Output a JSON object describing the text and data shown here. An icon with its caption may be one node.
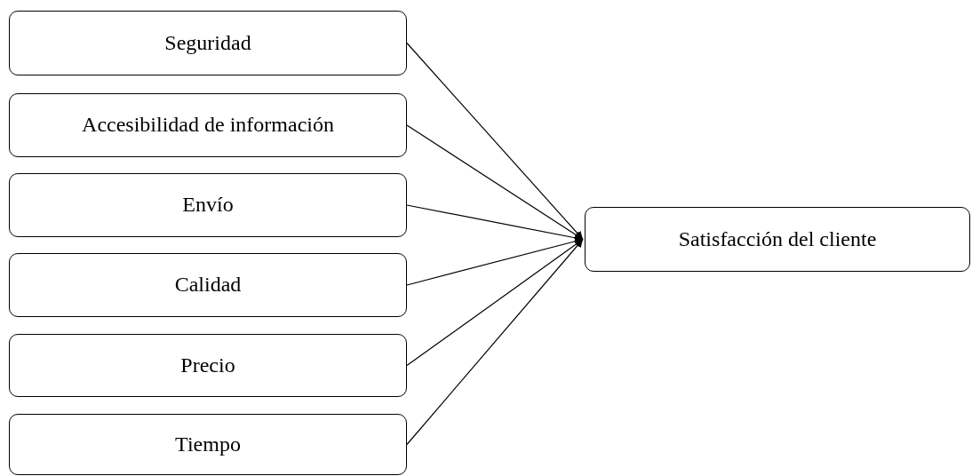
{
  "diagram": {
    "nodes": [
      {
        "text": [
          "Seguridad"
        ]
      },
      {
        "text": [
          "Accesibilidad de información"
        ]
      },
      {
        "text": [
          "Envío"
        ]
      },
      {
        "text": [
          "Calidad"
        ]
      },
      {
        "text": [
          "Precio"
        ]
      },
      {
        "text": [
          "Tiempo"
        ]
      },
      {
        "text": [
          "Satisfacción del cliente"
        ]
      }
    ],
    "edges": [
      {
        "from": 0,
        "to": 6,
        "arrow": "to"
      },
      {
        "from": 1,
        "to": 6,
        "arrow": "to"
      },
      {
        "from": 2,
        "to": 6,
        "arrow": "to"
      },
      {
        "from": 3,
        "to": 6,
        "arrow": "to"
      },
      {
        "from": 4,
        "to": 6,
        "arrow": "to"
      },
      {
        "from": 5,
        "to": 6,
        "arrow": "to"
      }
    ]
  }
}
